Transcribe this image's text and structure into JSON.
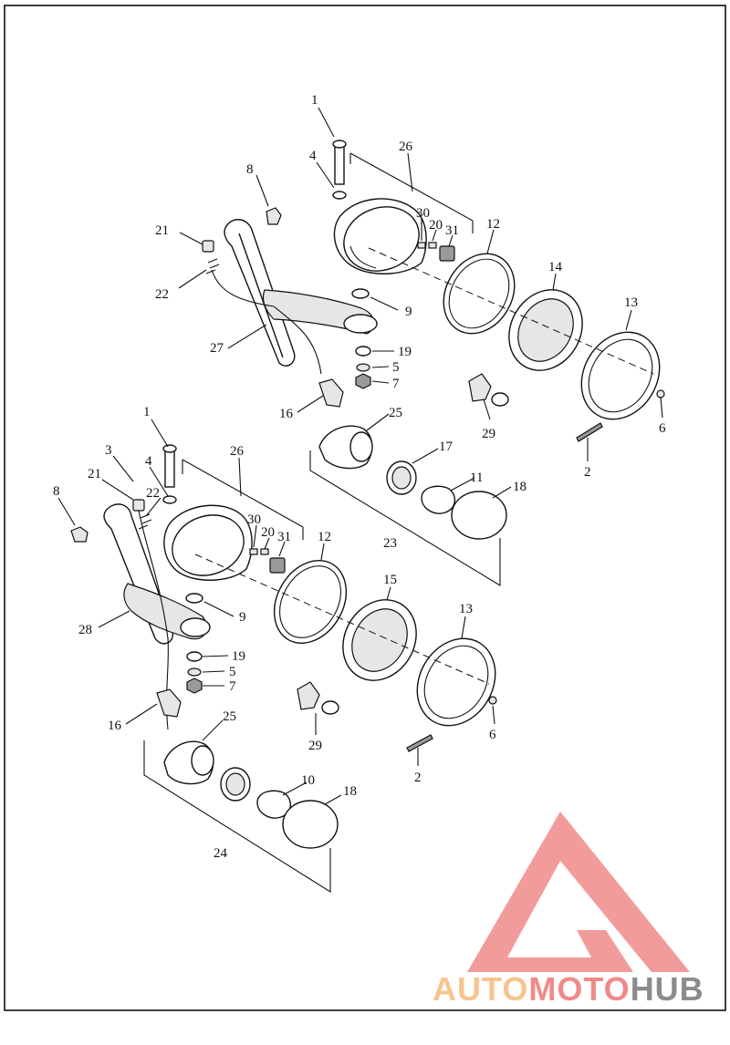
{
  "diagram": {
    "callouts": [
      "1",
      "2",
      "3",
      "4",
      "5",
      "6",
      "7",
      "8",
      "9",
      "10",
      "11",
      "12",
      "13",
      "14",
      "15",
      "16",
      "17",
      "18",
      "19",
      "20",
      "21",
      "22",
      "23",
      "24",
      "25",
      "26",
      "27",
      "28",
      "29",
      "30",
      "31"
    ]
  },
  "watermark": {
    "part1": "AUTO",
    "part2": "MOTO",
    "part3": "HUB",
    "colors": {
      "auto": "#f7c48e",
      "moto": "#f08a8a",
      "hub": "#8c8c8c",
      "logo": "#f08a8a"
    }
  }
}
